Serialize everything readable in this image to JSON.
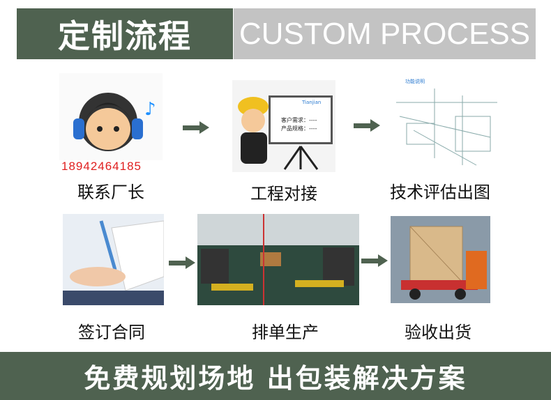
{
  "header": {
    "title_cn": "定制流程",
    "title_en": "CUSTOM PROCESS"
  },
  "steps": [
    {
      "label": "联系厂长",
      "phone": "18942464185"
    },
    {
      "label": "工程对接",
      "board_lines": [
        "客户需求：----",
        "产品规格：----"
      ],
      "board_logo": "Tianjian"
    },
    {
      "label": "技术评估出图"
    },
    {
      "label": "签订合同"
    },
    {
      "label": "排单生产"
    },
    {
      "label": "验收出货"
    }
  ],
  "footer": {
    "slogan": "免费规划场地 出包装解决方案"
  },
  "colors": {
    "brand_green": "#4f6250",
    "header_gray": "#c3c3c3",
    "phone_red": "#e02020"
  }
}
